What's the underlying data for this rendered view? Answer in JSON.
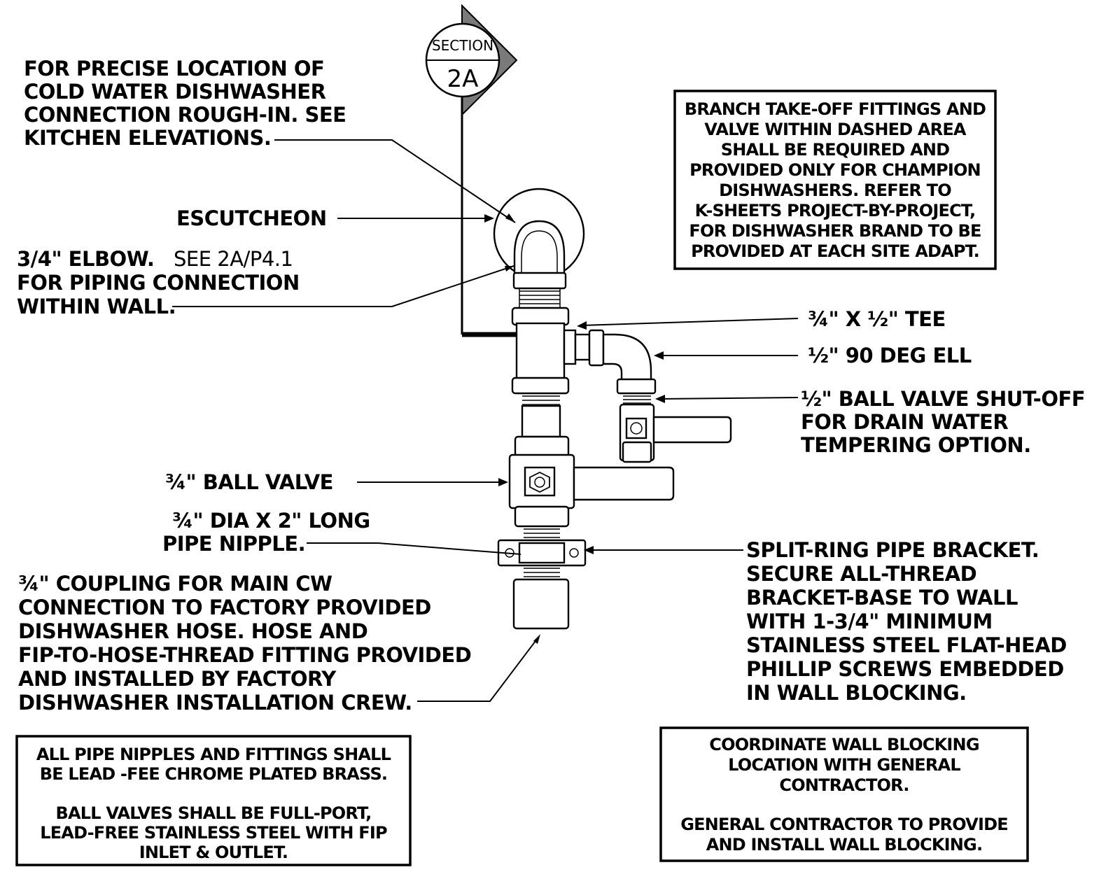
{
  "section_marker": {
    "top": "SECTION",
    "bottom": "2A"
  },
  "labels": {
    "rough_in": [
      "FOR PRECISE LOCATION OF",
      "COLD WATER DISHWASHER",
      "CONNECTION ROUGH-IN.  SEE",
      "KITCHEN ELEVATIONS."
    ],
    "escutcheon": "ESCUTCHEON",
    "elbow_bold": "3/4\"  ELBOW.",
    "elbow_ref": "SEE 2A/P4.1",
    "elbow_rest": [
      "FOR PIPING CONNECTION",
      "WITHIN WALL."
    ],
    "tee": "¾\"  X  ½\"  TEE",
    "ell": "½\"  90 DEG ELL",
    "shutoff": [
      "½\"  BALL VALVE SHUT-OFF",
      "FOR DRAIN WATER",
      "TEMPERING OPTION."
    ],
    "ball_valve": "¾\"  BALL VALVE",
    "nipple": [
      "¾\" DIA X 2\" LONG",
      "PIPE NIPPLE."
    ],
    "coupling": [
      "¾\" COUPLING FOR MAIN CW",
      "CONNECTION TO FACTORY PROVIDED",
      "DISHWASHER  HOSE.  HOSE AND",
      "FIP-TO-HOSE-THREAD FITTING PROVIDED",
      "AND INSTALLED BY FACTORY",
      "DISHWASHER INSTALLATION CREW."
    ],
    "bracket": [
      "SPLIT-RING PIPE BRACKET.",
      "SECURE ALL-THREAD",
      "BRACKET-BASE  TO WALL",
      "WITH 1-3/4\" MINIMUM",
      "STAINLESS STEEL FLAT-HEAD",
      "PHILLIP SCREWS EMBEDDED",
      "IN WALL BLOCKING."
    ]
  },
  "notes": {
    "branch": [
      "BRANCH TAKE-OFF FITTINGS AND",
      "VALVE WITHIN DASHED AREA",
      "SHALL BE REQUIRED AND",
      "PROVIDED ONLY FOR CHAMPION",
      "DISHWASHERS.  REFER TO",
      "K-SHEETS PROJECT-BY-PROJECT,",
      "FOR DISHWASHER BRAND TO BE",
      "PROVIDED  AT EACH SITE ADAPT."
    ],
    "materials": [
      "ALL  PIPE NIPPLES AND FITTINGS SHALL",
      "BE LEAD -FEE CHROME PLATED BRASS.",
      "",
      "BALL VALVES SHALL BE FULL-PORT,",
      "LEAD-FREE STAINLESS STEEL WITH FIP",
      "INLET &  OUTLET."
    ],
    "blocking": [
      "COORDINATE WALL BLOCKING",
      "LOCATION WITH GENERAL",
      "CONTRACTOR.",
      "",
      "GENERAL CONTRACTOR TO PROVIDE",
      "AND INSTALL WALL BLOCKING."
    ]
  }
}
